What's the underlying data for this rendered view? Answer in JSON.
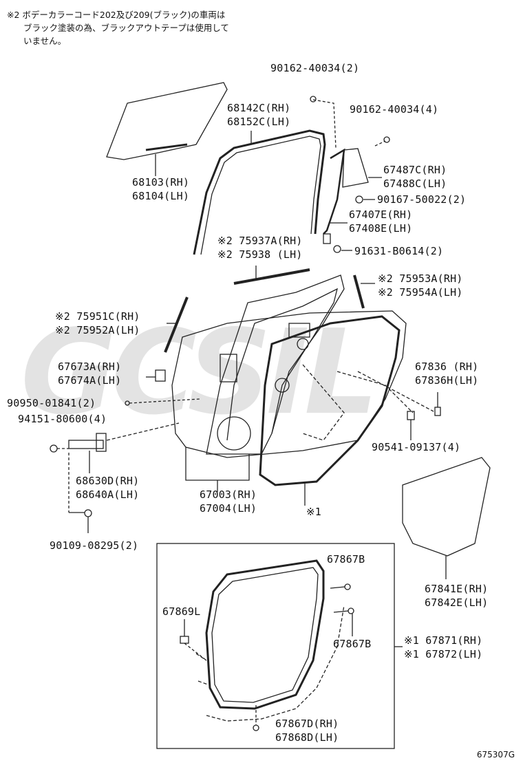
{
  "note": {
    "line1": "※2 ボデーカラーコード202及び209(ブラック)の車両は",
    "line2": "ブラック塗装の為、ブラックアウトテープは使用して",
    "line3": "いません。"
  },
  "watermark": "GCSIL",
  "diagram_code": "675307G",
  "labels": {
    "bolt_90162_2": "90162-40034(2)",
    "bolt_90162_4": "90162-40034(4)",
    "run_rh": "68142C(RH)",
    "run_lh": "68152C(LH)",
    "glass_rh": "68103(RH)",
    "glass_lh": "68104(LH)",
    "partition_rh": "67487C(RH)",
    "partition_lh": "67488C(LH)",
    "screw_90167": "90167-50022(2)",
    "frame_rh": "67407E(RH)",
    "frame_lh": "67408E(LH)",
    "tape_75937": "※2 75937A(RH)",
    "tape_75938": "※2 75938 (LH)",
    "clip_91631": "91631-B0614(2)",
    "tape_75953": "※2 75953A(RH)",
    "tape_75954": "※2 75954A(LH)",
    "tape_75951": "※2 75951C(RH)",
    "tape_75952": "※2 75952A(LH)",
    "cover_rh": "67673A(RH)",
    "cover_lh": "67674A(LH)",
    "ws_rh": "67836 (RH)",
    "ws_lh": "67836H(LH)",
    "plug_90950": "90950-01841(2)",
    "nut_94151": "94151-80600(4)",
    "plug_90541": "90541-09137(4)",
    "check_rh": "68630D(RH)",
    "check_lh": "68640A(LH)",
    "panel_rh": "67003(RH)",
    "panel_lh": "67004(LH)",
    "mark_1": "※1",
    "bolt_90109": "90109-08295(2)",
    "film_rh": "67841E(RH)",
    "film_lh": "67842E(LH)",
    "clip_67867b_top": "67867B",
    "clip_67869l": "67869L",
    "clip_67867b_mid": "67867B",
    "ws2_rh": "※1 67871(RH)",
    "ws2_lh": "※1 67872(LH)",
    "clip_67867d": "67867D(RH)",
    "clip_67868d": "67868D(LH)"
  }
}
